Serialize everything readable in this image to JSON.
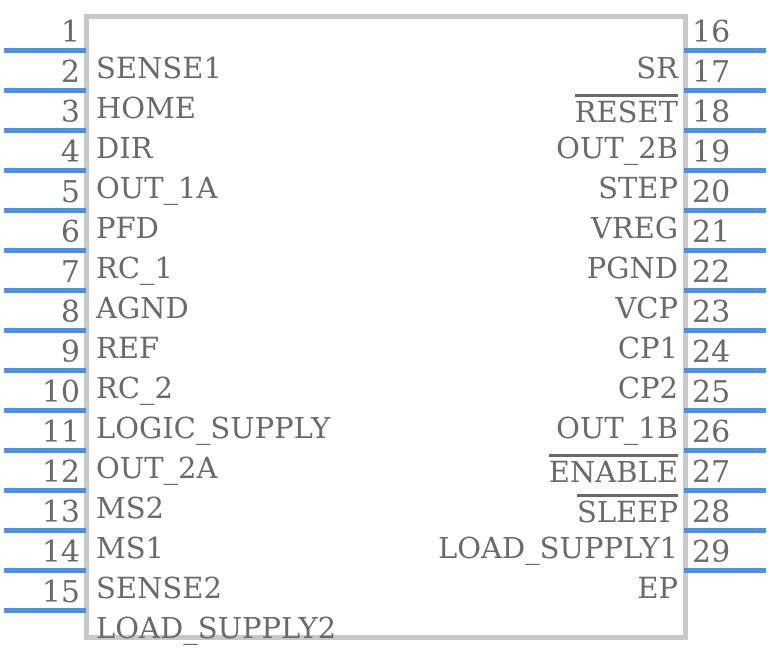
{
  "diagram": {
    "type": "ic-pinout-symbol",
    "colors": {
      "pin_line": "#4a90e8",
      "body_outline": "#c8c8c8",
      "text": "#6a6a6a",
      "background": "#ffffff"
    },
    "total_pins": 29,
    "left_pin_count": 15,
    "right_pin_count": 14
  },
  "pins_left": [
    {
      "number": "1",
      "name": "SENSE1",
      "overline": false
    },
    {
      "number": "2",
      "name": "HOME",
      "overline": false
    },
    {
      "number": "3",
      "name": "DIR",
      "overline": false
    },
    {
      "number": "4",
      "name": "OUT_1A",
      "overline": false
    },
    {
      "number": "5",
      "name": "PFD",
      "overline": false
    },
    {
      "number": "6",
      "name": "RC_1",
      "overline": false
    },
    {
      "number": "7",
      "name": "AGND",
      "overline": false
    },
    {
      "number": "8",
      "name": "REF",
      "overline": false
    },
    {
      "number": "9",
      "name": "RC_2",
      "overline": false
    },
    {
      "number": "10",
      "name": "LOGIC_SUPPLY",
      "overline": false
    },
    {
      "number": "11",
      "name": "OUT_2A",
      "overline": false
    },
    {
      "number": "12",
      "name": "MS2",
      "overline": false
    },
    {
      "number": "13",
      "name": "MS1",
      "overline": false
    },
    {
      "number": "14",
      "name": "SENSE2",
      "overline": false
    },
    {
      "number": "15",
      "name": "LOAD_SUPPLY2",
      "overline": false
    }
  ],
  "pins_right": [
    {
      "number": "16",
      "name": "SR",
      "overline": false
    },
    {
      "number": "17",
      "name": "RESET",
      "overline": true
    },
    {
      "number": "18",
      "name": "OUT_2B",
      "overline": false
    },
    {
      "number": "19",
      "name": "STEP",
      "overline": false
    },
    {
      "number": "20",
      "name": "VREG",
      "overline": false
    },
    {
      "number": "21",
      "name": "PGND",
      "overline": false
    },
    {
      "number": "22",
      "name": "VCP",
      "overline": false
    },
    {
      "number": "23",
      "name": "CP1",
      "overline": false
    },
    {
      "number": "24",
      "name": "CP2",
      "overline": false
    },
    {
      "number": "25",
      "name": "OUT_1B",
      "overline": false
    },
    {
      "number": "26",
      "name": "ENABLE",
      "overline": true
    },
    {
      "number": "27",
      "name": "SLEEP",
      "overline": true
    },
    {
      "number": "28",
      "name": "LOAD_SUPPLY1",
      "overline": false
    },
    {
      "number": "29",
      "name": "EP",
      "overline": false
    }
  ]
}
